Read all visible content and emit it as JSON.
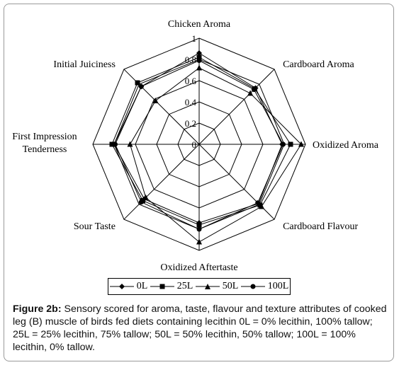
{
  "chart_data": {
    "type": "radar",
    "axes": [
      "Chicken Aroma",
      "Cardboard Aroma",
      "Oxidized Aroma",
      "Cardboard Flavour",
      "Oxidized Aftertaste",
      "Sour Taste",
      "First Impression Tenderness",
      "Initial Juiciness"
    ],
    "axis_label_lines": [
      [
        "Chicken Aroma"
      ],
      [
        "Cardboard Aroma"
      ],
      [
        "Oxidized Aroma"
      ],
      [
        "Cardboard Flavour"
      ],
      [
        "Oxidized Aftertaste"
      ],
      [
        "Sour Taste"
      ],
      [
        "First Impression",
        "Tenderness"
      ],
      [
        "Initial Juiciness"
      ]
    ],
    "ticks": [
      "0",
      "0.2",
      "0.4",
      "0.6",
      "0.8",
      "1"
    ],
    "rlim": [
      0,
      1
    ],
    "series": [
      {
        "name": "0L",
        "marker": "diamond",
        "values": [
          0.86,
          0.75,
          0.78,
          0.79,
          0.74,
          0.73,
          0.8,
          0.77
        ]
      },
      {
        "name": "25L",
        "marker": "square",
        "values": [
          0.82,
          0.74,
          0.86,
          0.81,
          0.76,
          0.75,
          0.82,
          0.82
        ]
      },
      {
        "name": "50L",
        "marker": "triangle",
        "values": [
          0.72,
          0.68,
          0.96,
          0.83,
          0.92,
          0.71,
          0.65,
          0.58
        ]
      },
      {
        "name": "100L",
        "marker": "circle",
        "values": [
          0.79,
          0.73,
          0.79,
          0.78,
          0.8,
          0.77,
          0.79,
          0.77
        ]
      }
    ],
    "legend_position": "bottom"
  },
  "caption": {
    "label": "Figure 2b:",
    "text": " Sensory scored for aroma, taste, flavour and texture attributes of cooked leg (B) muscle of birds fed diets containing lecithin 0L = 0% lecithin, 100% tallow; 25L = 25% lecithin, 75% tallow; 50L = 50% lecithin, 50% tallow; 100L = 100% lecithin, 0% tallow."
  }
}
